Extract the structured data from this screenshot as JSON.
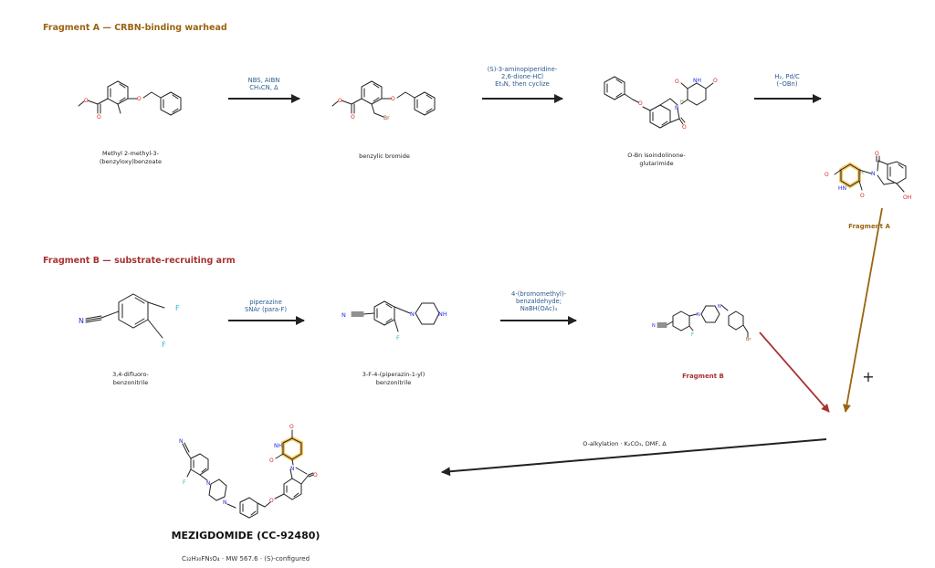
{
  "fragment_a": {
    "header": "Fragment A — CRBN-binding warhead",
    "sm1_name": [
      "Methyl 2-methyl-3-",
      "(benzyloxy)benzoate"
    ],
    "step1_cond": [
      "NBS, AIBN",
      "CH₃CN, Δ"
    ],
    "int1_name": "benzylic bromide",
    "step2_cond": [
      "(S)-3-aminopiperidine-",
      "2,6-dione·HCl",
      "Et₃N, then cyclize"
    ],
    "int2_name": [
      "O-Bn isoindolinone-",
      "glutarimide"
    ],
    "step3_cond": [
      "H₂, Pd/C",
      "(–OBn)"
    ],
    "product_label": "Fragment A"
  },
  "fragment_b": {
    "header": "Fragment B — substrate-recruiting arm",
    "sm_name": [
      "3,4-difluoro-",
      "benzonitrile"
    ],
    "step1_cond": [
      "piperazine",
      "SNAr (para-F)"
    ],
    "int_name": [
      "3-F-4-(piperazin-1-yl)",
      "benzonitrile"
    ],
    "step2_cond": [
      "4-(bromomethyl)-",
      "benzaldehyde;",
      "NaBH(OAc)₃"
    ],
    "product_label": "Fragment B"
  },
  "coupling": {
    "plus": "+",
    "cond": "O-alkylation  ·  K₂CO₃, DMF, Δ"
  },
  "final": {
    "name": "MEZIGDOMIDE (CC-92480)",
    "formula": "C₃₂H₃₀FN₅O₄  ·  MW 567.6  ·  (S)-configured"
  },
  "atoms": {
    "O": "O",
    "Br": "Br",
    "N": "N",
    "NH": "NH",
    "F": "F",
    "HN": "HN",
    "OH": "OH",
    "H": "H"
  },
  "colors": {
    "fragment_a": "#9a6410",
    "fragment_b": "#a83232",
    "conditions": "#2a5a8f",
    "oxygen": "#e02020",
    "nitrogen": "#2030e0",
    "fluorine": "#22b8c8",
    "bromine": "#a0522d",
    "highlight": "#f5b82e"
  }
}
